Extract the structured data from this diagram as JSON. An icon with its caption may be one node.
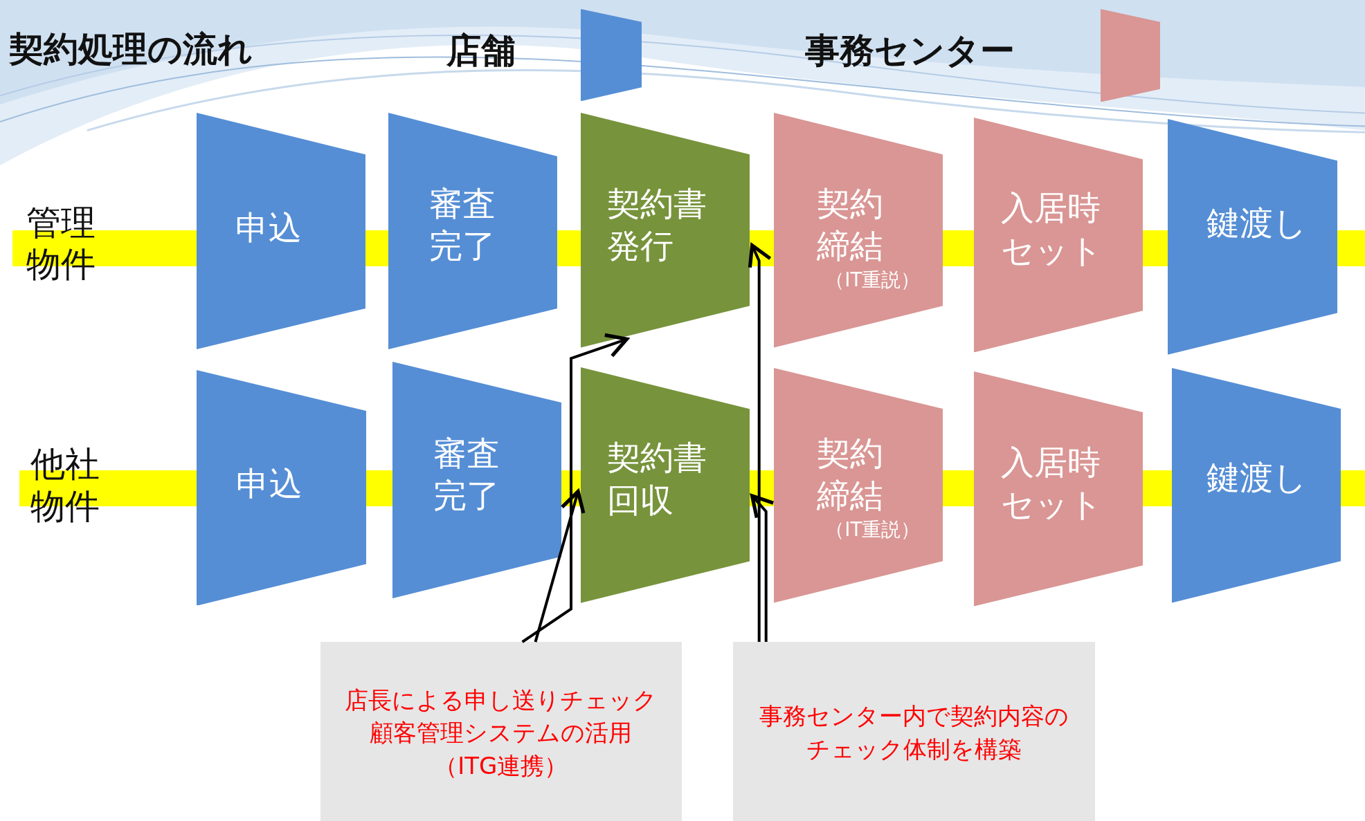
{
  "diagram": {
    "title": "契約処理の流れ",
    "nodes": [
      {
        "text": [
          "申込"
        ]
      },
      {
        "text": [
          "審査完了"
        ]
      },
      {
        "text": [
          "契約書発行"
        ]
      },
      {
        "text": [
          "契約締結",
          "（IT重説）"
        ]
      },
      {
        "text": [
          "入居時セット"
        ]
      },
      {
        "text": [
          "鍵渡し"
        ]
      },
      {
        "text": [
          "申込"
        ]
      },
      {
        "text": [
          "審査完了"
        ]
      },
      {
        "text": [
          "契約書回収"
        ]
      },
      {
        "text": [
          "契約締結",
          "（IT重説）"
        ]
      },
      {
        "text": [
          "入居時セット"
        ]
      },
      {
        "text": [
          "鍵渡し"
        ]
      },
      {
        "text": [
          "店長による申し送りチェック",
          "顧客管理システムの活用",
          "（ITG連携）"
        ]
      },
      {
        "text": [
          "事務センター内で契約内容のチェック体制を構築"
        ]
      }
    ],
    "edges": [
      {
        "from": 12,
        "to": 8,
        "arrow": "to"
      },
      {
        "from": 12,
        "to": 2,
        "arrow": "to"
      },
      {
        "from": 13,
        "to": 2,
        "arrow": "to"
      },
      {
        "from": 13,
        "to": 8,
        "arrow": "to"
      }
    ],
    "labels": [
      "管理物件",
      "他社物件"
    ],
    "legend": [
      {
        "text": "店舗",
        "color": "#558ed5"
      },
      {
        "text": "事務センター",
        "color": "#d99694"
      }
    ]
  }
}
